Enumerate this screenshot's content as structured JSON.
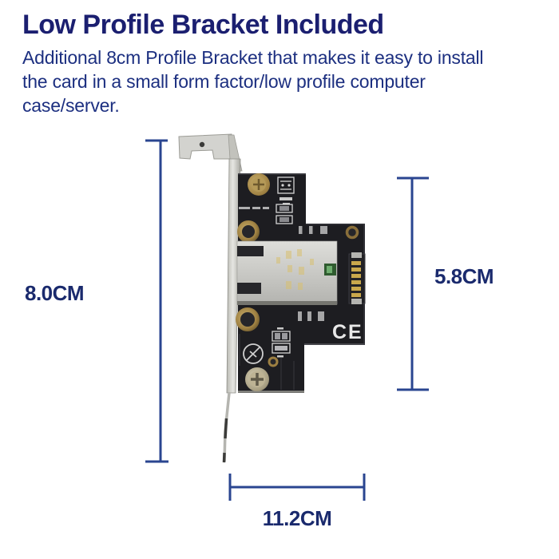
{
  "heading": {
    "title": "Low Profile Bracket Included",
    "description_lines": [
      "Additional 8cm Profile Bracket that makes it easy to install",
      "the card in a small form factor/low profile computer",
      "case/server."
    ]
  },
  "diagram": {
    "dimension_left_label": "8.0CM",
    "dimension_right_label": "5.8CM",
    "dimension_bottom_label": "11.2CM",
    "product_markings": {
      "ce_mark": "CE"
    },
    "icons": {
      "prohibition_icon": "crossed-out-circle safety symbol",
      "component_icon": "transformer silkscreen glyph"
    }
  },
  "colors": {
    "title_text": "#1b1f70",
    "body_text": "#1c2f80",
    "dimension_line": "#2a4590",
    "dimension_label": "#1a2a6d",
    "pcb_black": "#1d1d21",
    "bracket_silver": "#d3d3cf",
    "rj45_shield": "#c9c9c5",
    "screw_gold": "#a08243",
    "led_green": "#4c8a4c",
    "ce_white": "#e8e8e8"
  }
}
